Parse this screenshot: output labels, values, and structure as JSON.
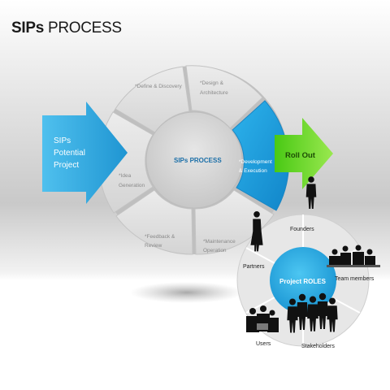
{
  "header": {
    "title_bold": "SIPs",
    "title_rest": " PROCESS"
  },
  "input_arrow": {
    "lines": [
      "SIPs",
      "Potential",
      "Project"
    ]
  },
  "process": {
    "center_label": "SIPs PROCESS",
    "segments": {
      "define": [
        "*Define & Discovery"
      ],
      "design": [
        "*Design &",
        "Architecture"
      ],
      "development": [
        "*Development",
        "& Execution"
      ],
      "maintenance": [
        "*Maintenance",
        "Operation"
      ],
      "feedback": [
        "*Feedback &",
        "Review"
      ],
      "idea": [
        "*Idea",
        "Generation"
      ]
    }
  },
  "output_arrow": {
    "label": "Roll Out"
  },
  "roles": {
    "center_label": "Project ROLES",
    "founders": "Founders",
    "partners": "Partners",
    "team_members": "Team members",
    "users": "Users",
    "stakeholders": "Stakeholders"
  },
  "colors": {
    "blue_arrow": "#2aa8e0",
    "green_arrow": "#5cd41a",
    "segment_gray": "#dcdcdc",
    "segment_blue": "#1f9ad6",
    "center_gray": "#cfcfcf",
    "text_gray": "#8a8a8a"
  }
}
